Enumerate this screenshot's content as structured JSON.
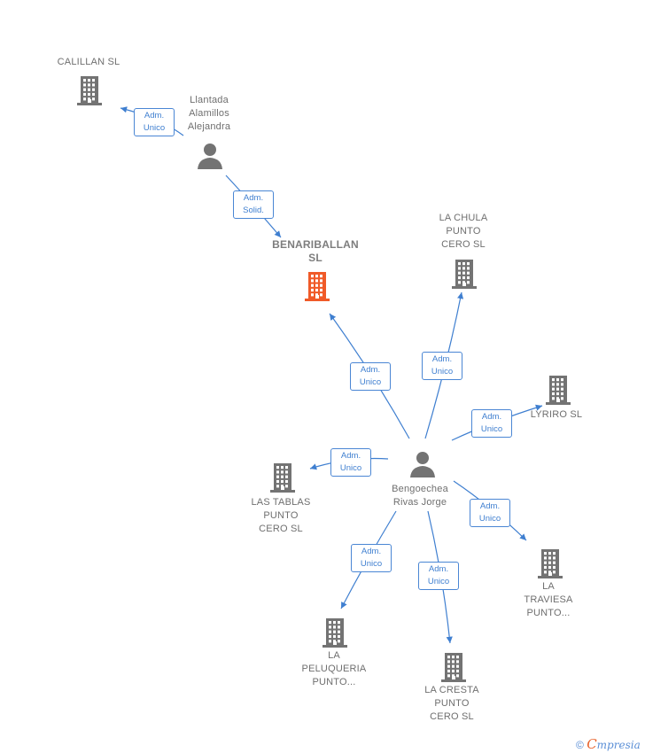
{
  "nodes": {
    "calillan": {
      "label": "CALILLAN  SL",
      "type": "company"
    },
    "llantada": {
      "label": "Llantada\nAlamillos\nAlejandra",
      "type": "person"
    },
    "benariballan": {
      "label": "BENARIBALLAN\nSL",
      "type": "company-main"
    },
    "la_chula": {
      "label": "LA CHULA\nPUNTO\nCERO  SL",
      "type": "company"
    },
    "lyriro": {
      "label": "LYRIRO  SL",
      "type": "company"
    },
    "bengoechea": {
      "label": "Bengoechea\nRivas Jorge",
      "type": "person"
    },
    "las_tablas": {
      "label": "LAS TABLAS\nPUNTO\nCERO  SL",
      "type": "company"
    },
    "la_traviesa": {
      "label": "LA\nTRAVIESA\nPUNTO...",
      "type": "company"
    },
    "la_peluqueria": {
      "label": "LA\nPELUQUERIA\nPUNTO...",
      "type": "company"
    },
    "la_cresta": {
      "label": "LA CRESTA\nPUNTO\nCERO  SL",
      "type": "company"
    }
  },
  "edges": [
    {
      "from": "llantada",
      "to": "calillan",
      "label": "Adm.\nUnico"
    },
    {
      "from": "llantada",
      "to": "benariballan",
      "label": "Adm.\nSolid."
    },
    {
      "from": "bengoechea",
      "to": "benariballan",
      "label": "Adm.\nUnico"
    },
    {
      "from": "bengoechea",
      "to": "la_chula",
      "label": "Adm.\nUnico"
    },
    {
      "from": "bengoechea",
      "to": "lyriro",
      "label": "Adm.\nUnico"
    },
    {
      "from": "bengoechea",
      "to": "las_tablas",
      "label": "Adm.\nUnico"
    },
    {
      "from": "bengoechea",
      "to": "la_traviesa",
      "label": "Adm.\nUnico"
    },
    {
      "from": "bengoechea",
      "to": "la_peluqueria",
      "label": "Adm.\nUnico"
    },
    {
      "from": "bengoechea",
      "to": "la_cresta",
      "label": "Adm.\nUnico"
    }
  ],
  "colors": {
    "edge": "#3f7fd0",
    "company": "#737373",
    "company_main": "#f05a28",
    "person": "#737373"
  },
  "footer": {
    "symbol": "©",
    "brand_initial": "C",
    "brand_rest": "mpresia"
  }
}
